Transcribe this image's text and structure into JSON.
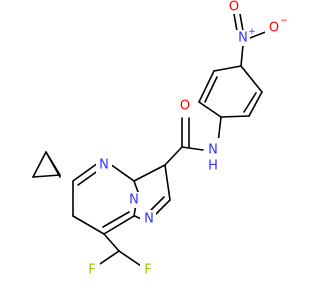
{
  "molecule": {
    "atoms": {
      "n_amide": "N",
      "h_amide": "H",
      "o_amide": "O",
      "n_nitro": "N",
      "n_nitro_charge": "+",
      "o_nitro_top": "O",
      "o_nitro_right": "O",
      "o_nitro_right_charge": "−",
      "n_pyrimidine": "N",
      "n_bridge": "N",
      "n_pyrazole": "N",
      "f_left": "F",
      "f_right": "F"
    },
    "colors": {
      "bond": "#000000",
      "nitrogen": "#3333ff",
      "oxygen": "#ff0000",
      "fluorine": "#91cc00"
    }
  }
}
